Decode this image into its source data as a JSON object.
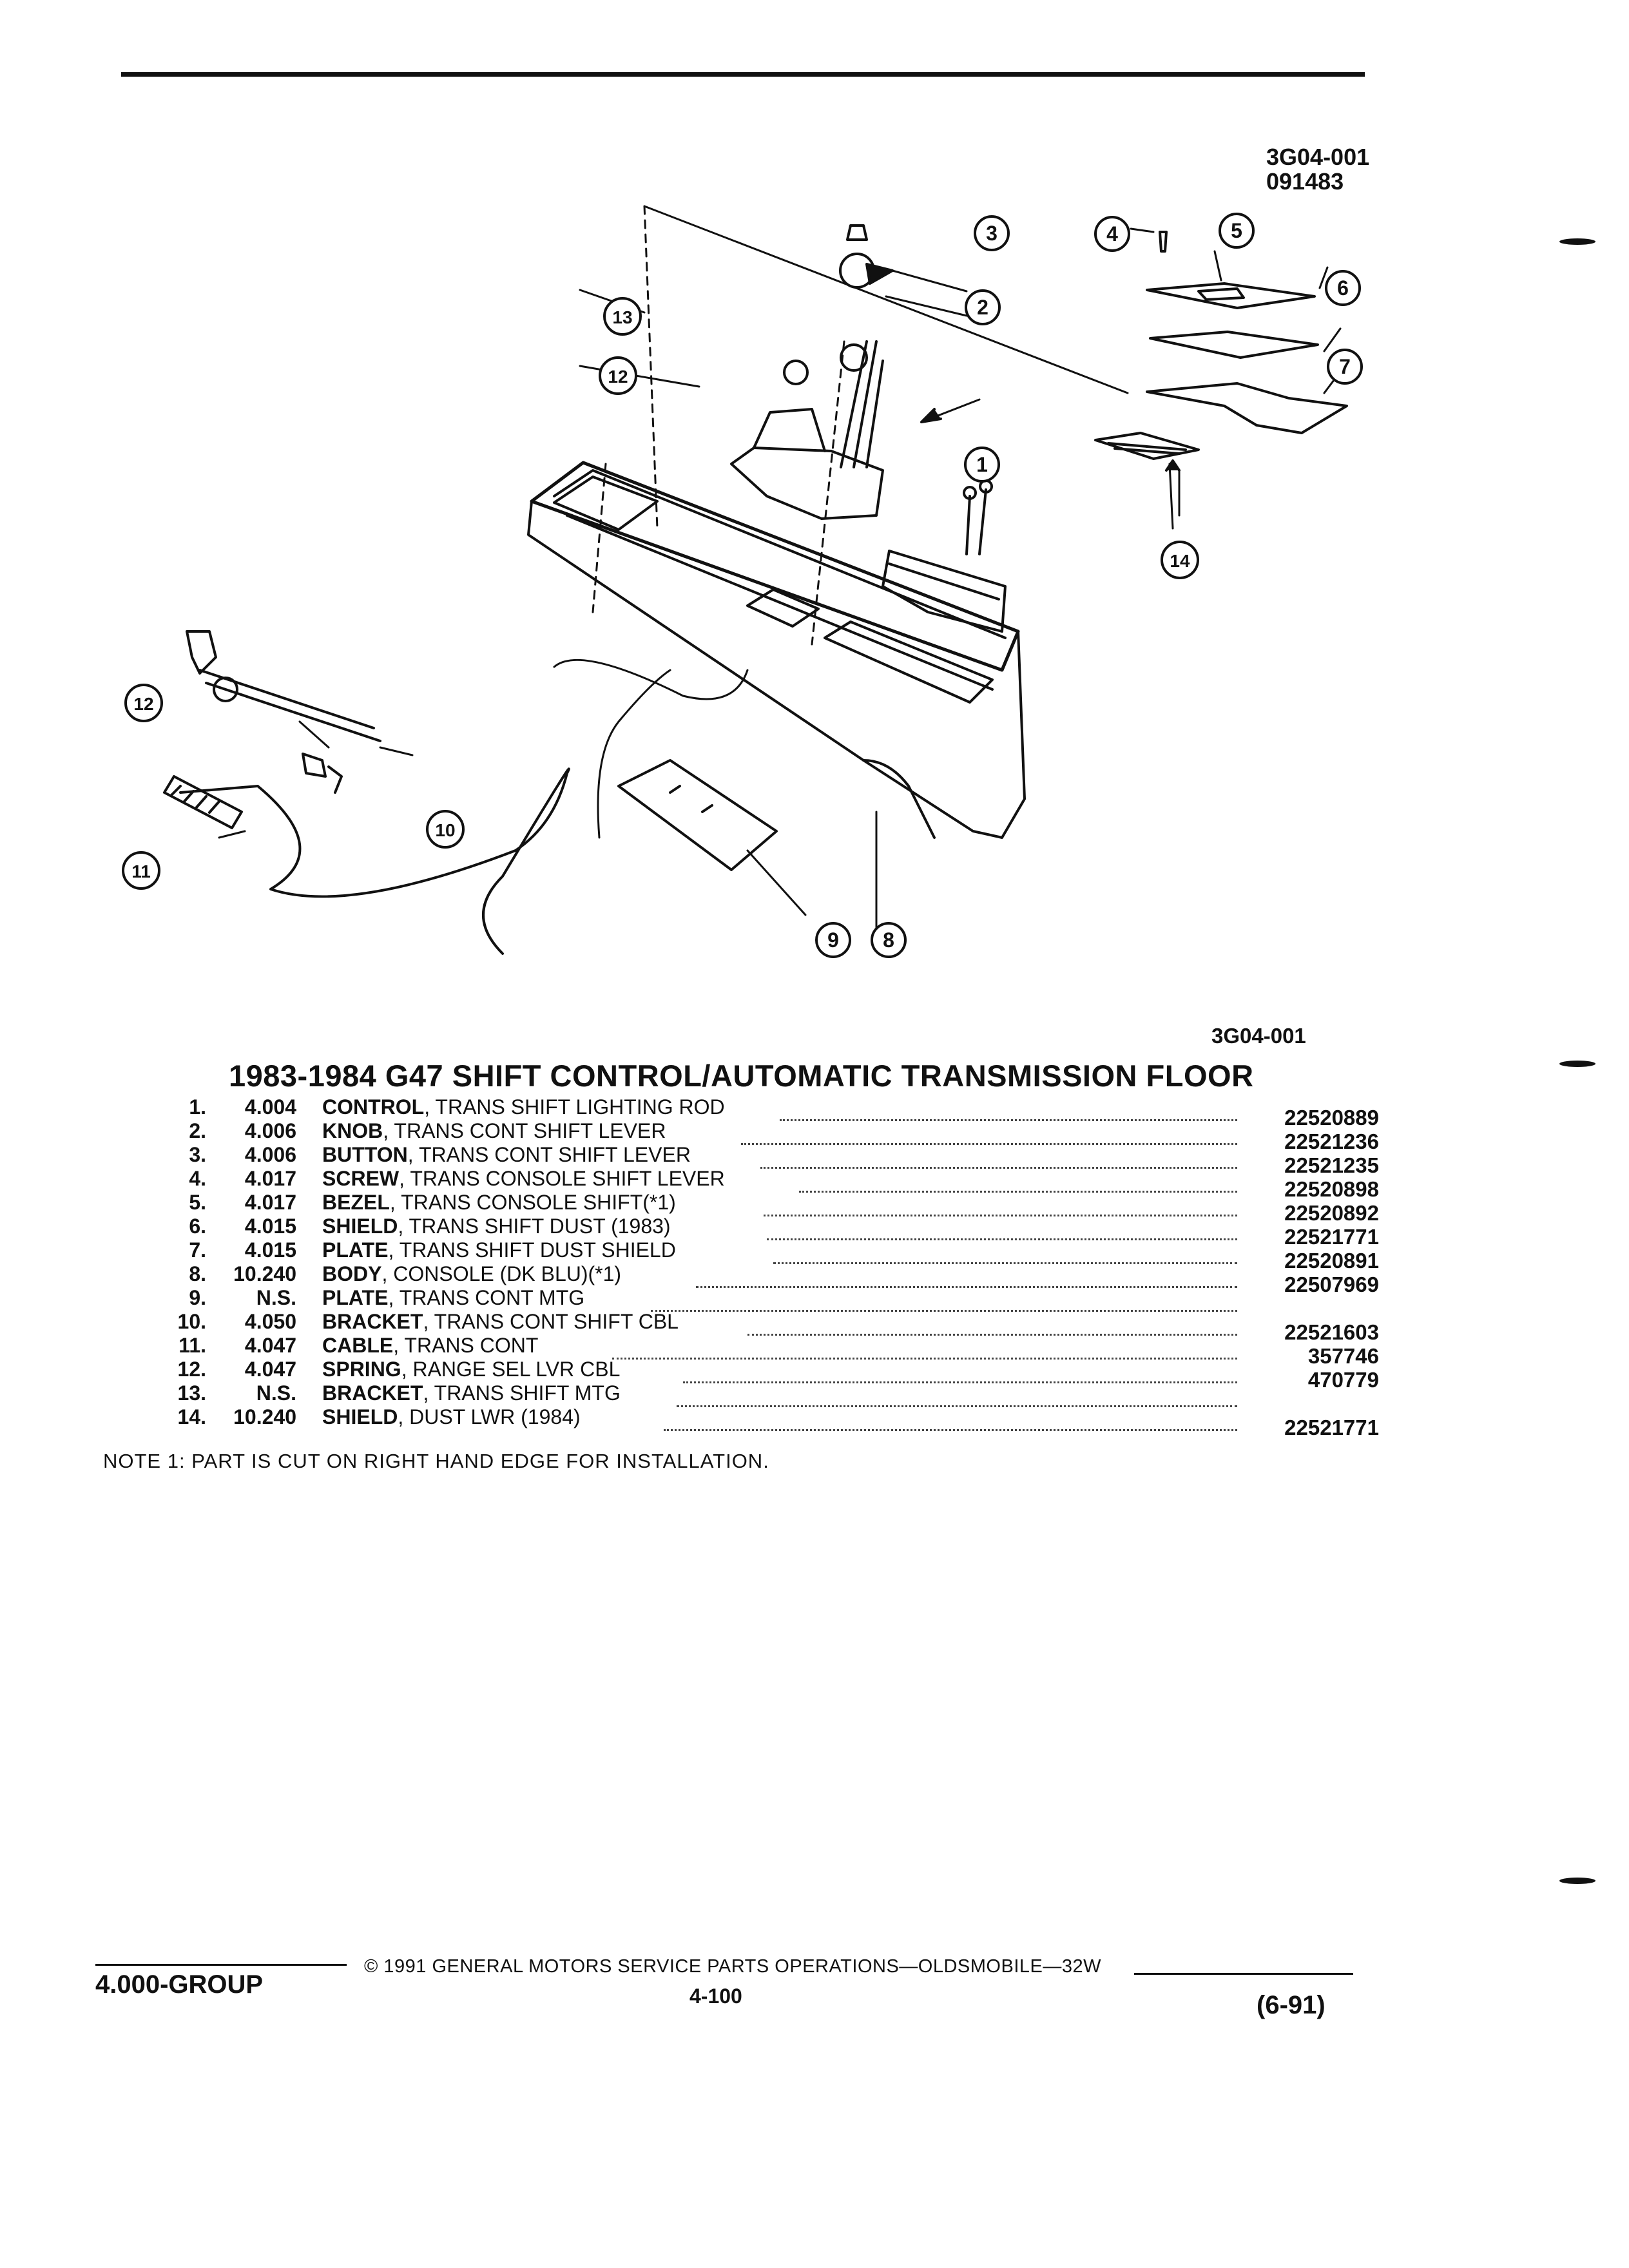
{
  "header": {
    "code_1": "3G04-001",
    "code_2": "091483"
  },
  "diagram": {
    "code": "3G04-001",
    "callouts": [
      "1",
      "2",
      "3",
      "4",
      "5",
      "6",
      "7",
      "8",
      "9",
      "10",
      "11",
      "12",
      "12",
      "13",
      "14"
    ]
  },
  "title": "1983-1984 G47 SHIFT CONTROL/AUTOMATIC TRANSMISSION FLOOR",
  "parts": [
    {
      "no": "1.",
      "code": "4.004",
      "name": "CONTROL",
      "rest": ", TRANS SHIFT LIGHTING ROD",
      "pn": "22520889"
    },
    {
      "no": "2.",
      "code": "4.006",
      "name": "KNOB",
      "rest": ", TRANS CONT SHIFT LEVER",
      "pn": "22521236"
    },
    {
      "no": "3.",
      "code": "4.006",
      "name": "BUTTON",
      "rest": ", TRANS CONT SHIFT LEVER",
      "pn": "22521235"
    },
    {
      "no": "4.",
      "code": "4.017",
      "name": "SCREW",
      "rest": ", TRANS CONSOLE SHIFT LEVER",
      "pn": "22520898"
    },
    {
      "no": "5.",
      "code": "4.017",
      "name": "BEZEL",
      "rest": ", TRANS CONSOLE SHIFT(*1)",
      "pn": "22520892"
    },
    {
      "no": "6.",
      "code": "4.015",
      "name": "SHIELD",
      "rest": ", TRANS SHIFT DUST (1983)",
      "pn": "22521771"
    },
    {
      "no": "7.",
      "code": "4.015",
      "name": "PLATE",
      "rest": ", TRANS SHIFT DUST SHIELD",
      "pn": "22520891"
    },
    {
      "no": "8.",
      "code": "10.240",
      "name": "BODY",
      "rest": ", CONSOLE (DK BLU)(*1)",
      "pn": "22507969"
    },
    {
      "no": "9.",
      "code": "N.S.",
      "name": "PLATE",
      "rest": ", TRANS CONT MTG",
      "pn": ""
    },
    {
      "no": "10.",
      "code": "4.050",
      "name": "BRACKET",
      "rest": ", TRANS CONT SHIFT CBL",
      "pn": "22521603"
    },
    {
      "no": "11.",
      "code": "4.047",
      "name": "CABLE",
      "rest": ", TRANS CONT",
      "pn": "357746"
    },
    {
      "no": "12.",
      "code": "4.047",
      "name": "SPRING",
      "rest": ", RANGE SEL LVR CBL",
      "pn": "470779"
    },
    {
      "no": "13.",
      "code": "N.S.",
      "name": "BRACKET",
      "rest": ", TRANS SHIFT MTG",
      "pn": ""
    },
    {
      "no": "14.",
      "code": "10.240",
      "name": "SHIELD",
      "rest": ", DUST LWR (1984)",
      "pn": "22521771"
    }
  ],
  "note": "NOTE  1:  PART IS CUT ON RIGHT HAND EDGE FOR INSTALLATION.",
  "footer": {
    "group": "4.000-GROUP",
    "copyright": "© 1991 GENERAL MOTORS SERVICE PARTS OPERATIONS—OLDSMOBILE—32W",
    "page": "4-100",
    "date": "(6-91)"
  }
}
